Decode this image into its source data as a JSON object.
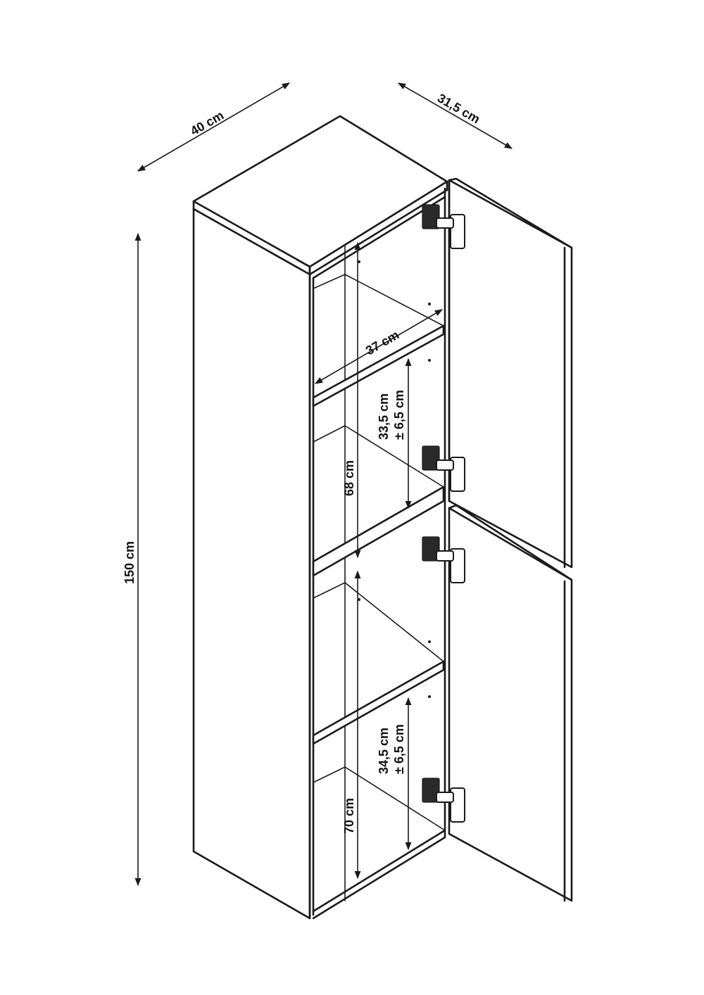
{
  "diagram": {
    "labels": {
      "width": "40 cm",
      "depth": "31,5 cm",
      "height": "150 cm",
      "shelf_depth": "37 cm",
      "upper_compartment": "68 cm",
      "lower_compartment": "70 cm",
      "upper_shelf_height": "33,5 cm",
      "upper_shelf_tolerance": "± 6,5 cm",
      "lower_shelf_height": "34,5 cm",
      "lower_shelf_tolerance": "± 6,5 cm"
    },
    "line_color": "#1a1a1a",
    "background": "#ffffff"
  }
}
